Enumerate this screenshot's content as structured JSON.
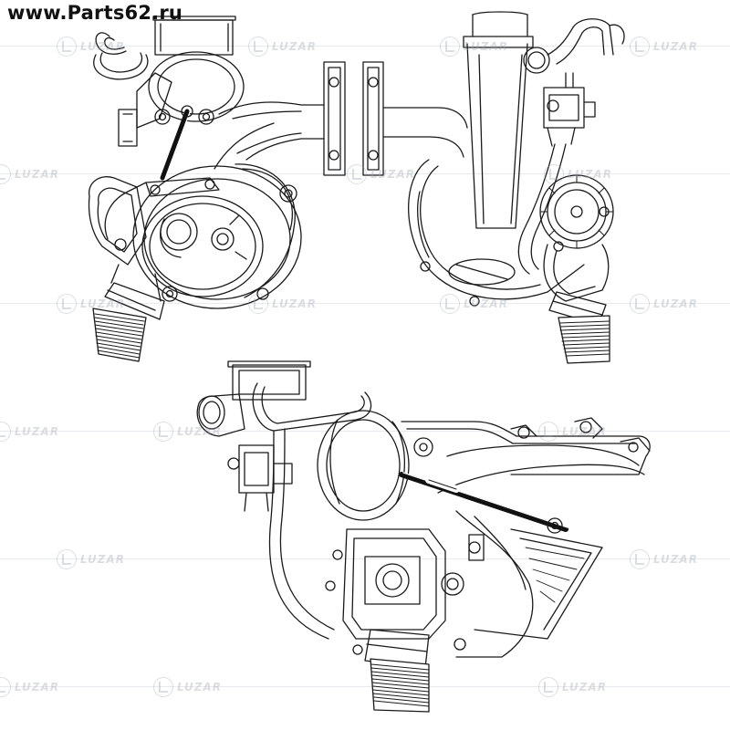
{
  "header": {
    "site_url": "www.Parts62.ru"
  },
  "watermark": {
    "brand_text": "LUZAR",
    "logo_icon": "luzar-logo-icon",
    "color": "#9aa3ad"
  },
  "drawing": {
    "line_color": "#1a1a1a",
    "hose_fill": "#111111",
    "views": [
      {
        "name": "view-front",
        "icon": "turbocharger-front-view"
      },
      {
        "name": "view-side",
        "icon": "turbocharger-side-view"
      },
      {
        "name": "view-bottom",
        "icon": "turbocharger-top-view"
      }
    ]
  }
}
